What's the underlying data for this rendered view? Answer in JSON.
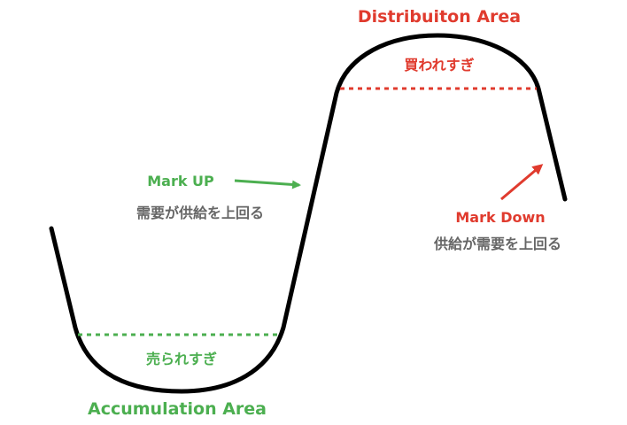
{
  "distribution": {
    "title": "Distribuiton Area",
    "overbought": "買われすぎ"
  },
  "accumulation": {
    "title": "Accumulation Area",
    "oversold": "売られすぎ"
  },
  "markup": {
    "title": "Mark UP",
    "description": "需要が供給を上回る"
  },
  "markdown": {
    "title": "Mark Down",
    "description": "供給が需要を上回る"
  },
  "colors": {
    "green": "#4caf50",
    "red": "#e03b2e",
    "curve": "#000000",
    "text_gray": "#666666"
  }
}
